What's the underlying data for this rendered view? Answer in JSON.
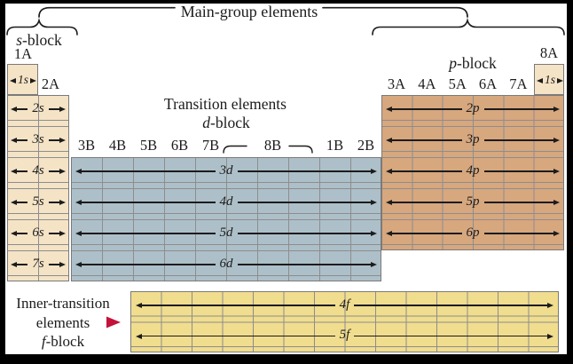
{
  "header": {
    "main_group_label": "Main-group elements",
    "s_block": {
      "symbol": "s",
      "suffix": "-block"
    },
    "p_block": {
      "symbol": "p",
      "suffix": "-block"
    },
    "transition_label": "Transition elements",
    "d_block": {
      "symbol": "d",
      "suffix": "-block"
    }
  },
  "groups": {
    "left": [
      "1A",
      "2A"
    ],
    "d_series": [
      "3B",
      "4B",
      "5B",
      "6B",
      "7B",
      "8B",
      "1B",
      "2B"
    ],
    "right": [
      "3A",
      "4A",
      "5A",
      "6A",
      "7A"
    ],
    "noble": "8A"
  },
  "orbitals": {
    "row1_left": "1s",
    "row1_right": "1s",
    "s_rows": [
      "2s",
      "3s",
      "4s",
      "5s",
      "6s",
      "7s"
    ],
    "d_rows": [
      "3d",
      "4d",
      "5d",
      "6d"
    ],
    "p_rows": [
      "2p",
      "3p",
      "4p",
      "5p",
      "6p"
    ],
    "f_rows": [
      "4f",
      "5f"
    ]
  },
  "footer": {
    "line1": "Inner-transition",
    "line2": "elements",
    "f_block": {
      "symbol": "f",
      "suffix": "-block"
    }
  },
  "colors": {
    "s_block_fill": "#f5e3c6",
    "p_block_fill": "#d7a77e",
    "d_block_fill": "#adc0c9",
    "f_block_fill": "#f0dd8e",
    "grid_line": "#8d8d8d",
    "block_border": "#7a7a7a",
    "ink": "#1c1c1c",
    "accent_red": "#c41239",
    "frame": "#000000",
    "background": "#ffffff"
  }
}
